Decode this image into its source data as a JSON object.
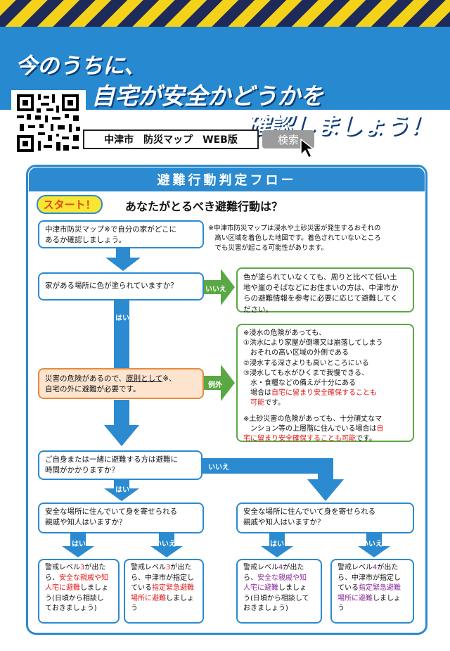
{
  "header": {
    "line1": "今のうちに、",
    "line2": "自宅が安全かどうかを",
    "line3": "確認しましょう！"
  },
  "search": {
    "label": "中津市　防災マップ　WEB版",
    "button": "検索"
  },
  "flow": {
    "title": "避難行動判定フロー",
    "start": "スタート！",
    "question": "あなたがとるべき避難行動は？",
    "step1": {
      "lines": [
        "中津市防災マップ※で自分の家がどこに",
        "あるか確認しましょう。"
      ],
      "note": [
        "※中津市防災マップは浸水や土砂災害が発生するおそれの",
        "　高い区域を着色した地図です。着色されていないところ",
        "　でも災害が起こる可能性があります。"
      ]
    },
    "step2": {
      "text": "家がある場所に色が塗られていますか？",
      "no_label": "いいえ",
      "no_box": [
        "色が塗られていなくても、周りと比べて低い土",
        "地や崖のそばなどにお住まいの方は、中津市か",
        "らの避難情報を参考に必要に応じて避難してく",
        "ださい。"
      ],
      "yes_label": "はい"
    },
    "step3": {
      "line1a": "災害の危険があるので、",
      "line1b": "原則として",
      "line1c": "※、",
      "line2": "自宅の外に避難が必要です。",
      "exception_label": "例外",
      "exc": {
        "l1": "※浸水の危険があっても、",
        "l2": "①洪水により家屋が倒壊又は崩落してしまう",
        "l3": "　おそれの高い区域の外側である",
        "l4": "②浸水する深さよりも高いところにいる",
        "l5": "③浸水しても水がひくまで我慢できる、",
        "l6": "　水・食糧などの備えが十分にある",
        "l7a": "　場合は",
        "l7b": "自宅に留まり安全確保することも",
        "l8": "　可能",
        "l8b": "です。",
        "l9": "※土砂災害の危険があっても、十分頑丈なマ",
        "l10a": "　ンション等の上層階に住んでいる場合は",
        "l10b": "自",
        "l11a": "宅に留まり安全確保することも可能",
        "l11b": "です。"
      }
    },
    "step4": {
      "lines": [
        "ご自身または一緒に避難する方は避難に",
        "時間がかかりますか？"
      ],
      "yes_label": "はい",
      "no_label": "いいえ"
    },
    "q5": {
      "lines": [
        "安全な場所に住んでいて身を寄せられる",
        "親戚や知人はいますか？"
      ],
      "yes_label": "はい",
      "no_label": "いいえ"
    },
    "result": {
      "r1": {
        "a": "警戒レベル",
        "lv": "3",
        "b": "が出た",
        "c": "ら、",
        "d": "安全な親戚や知",
        "e": "人宅に避難",
        "f": "しましょ",
        "g": "う(日頃から相談し",
        "h": "ておきましょう)"
      },
      "r2": {
        "a": "警戒レベル",
        "lv": "3",
        "b": "が出た",
        "c": "ら、中津市が指定し",
        "d": "ている",
        "e": "指定緊急避難",
        "f": "場所に避難",
        "g": "しましょ",
        "h": "う"
      },
      "r3": {
        "a": "警戒レベル",
        "lv": "4",
        "b": "が出た",
        "c": "ら、",
        "d": "安全な親戚や知",
        "e": "人宅に避難",
        "f": "しましょ",
        "g": "う(日頃から相談して",
        "h": "おきましょう)"
      },
      "r4": {
        "a": "警戒レベル",
        "lv": "4",
        "b": "が出た",
        "c": "ら、中津市が指定し",
        "d": "ている",
        "e": "指定緊急避難",
        "f": "場所に避難",
        "g": "しましょ",
        "h": "う"
      }
    }
  },
  "colors": {
    "blue": "#2b8ad0",
    "green": "#5aa843",
    "orange": "#e88a3a",
    "red": "#e02020",
    "purple": "#8a2b9c",
    "yellow": "#f7e733"
  }
}
